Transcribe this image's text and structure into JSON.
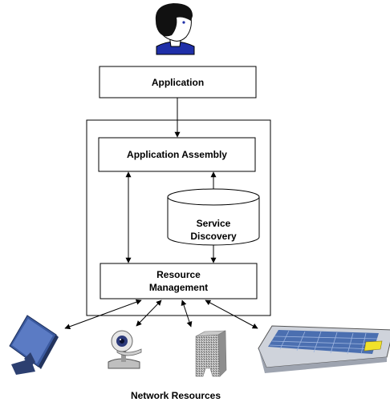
{
  "nodes": {
    "application": {
      "label": "Application"
    },
    "application_assembly": {
      "label": "Application Assembly"
    },
    "service_discovery": {
      "label_line1": "Service",
      "label_line2": "Discovery"
    },
    "resource_management": {
      "label_line1": "Resource",
      "label_line2": "Management"
    }
  },
  "footer": {
    "network_resources_label": "Network Resources"
  },
  "icons": {
    "user": "user-icon",
    "monitor": "monitor-icon",
    "webcam": "webcam-icon",
    "printer": "printer-icon",
    "keyboard": "keyboard-icon"
  },
  "edges": [
    {
      "from": "application",
      "to": "application_assembly",
      "direction": "forward"
    },
    {
      "from": "application_assembly",
      "to": "resource_management",
      "direction": "both"
    },
    {
      "from": "service_discovery",
      "to": "application_assembly",
      "direction": "forward"
    },
    {
      "from": "service_discovery",
      "to": "resource_management",
      "direction": "forward"
    },
    {
      "from": "resource_management",
      "to": "monitor",
      "direction": "both"
    },
    {
      "from": "resource_management",
      "to": "webcam",
      "direction": "both"
    },
    {
      "from": "resource_management",
      "to": "printer",
      "direction": "both"
    },
    {
      "from": "resource_management",
      "to": "keyboard",
      "direction": "both"
    }
  ]
}
